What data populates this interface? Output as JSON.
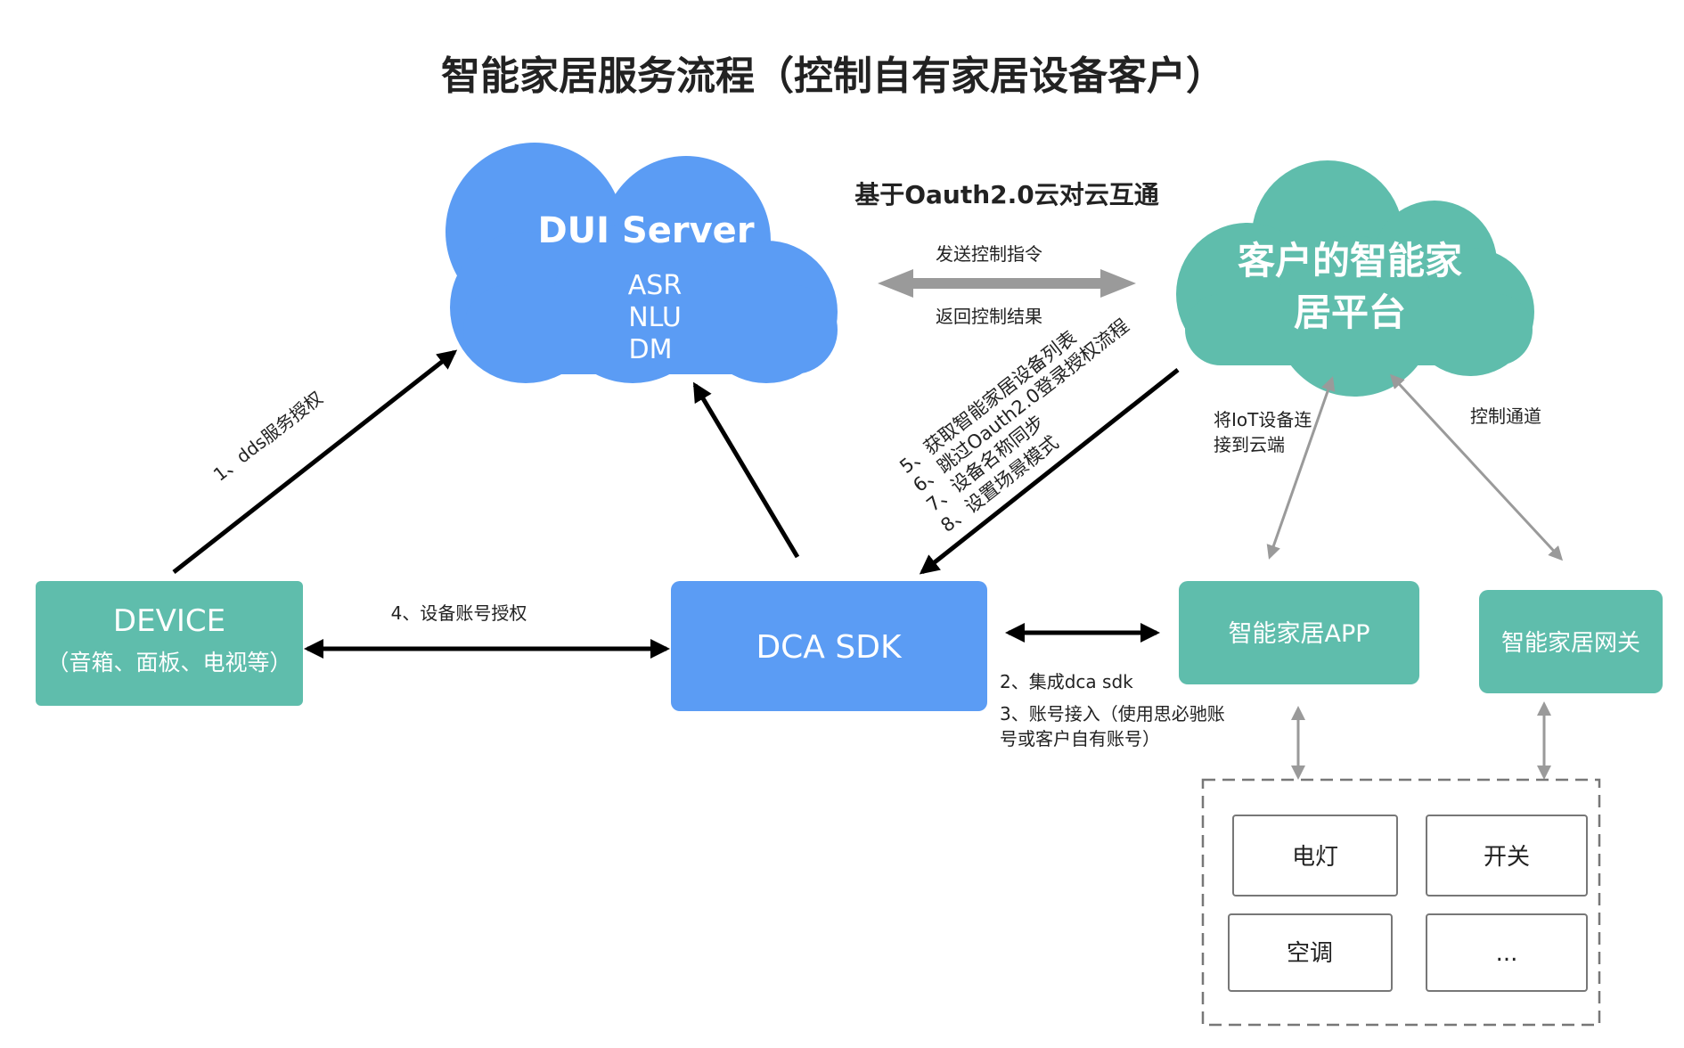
{
  "title": "智能家居服务流程（控制自有家居设备客户）",
  "colors": {
    "blue": "#5b9cf4",
    "teal": "#5fbdac",
    "black": "#000000",
    "gray": "#9a9a9a"
  },
  "dui_server": {
    "name": "DUI Server",
    "lines": [
      "ASR",
      "NLU",
      "DM"
    ]
  },
  "client_platform": {
    "lines": [
      "客户的智能家",
      "居平台"
    ]
  },
  "device": {
    "name": "DEVICE",
    "sub": "（音箱、面板、电视等）"
  },
  "dca_sdk": {
    "name": "DCA SDK"
  },
  "app": {
    "name": "智能家居APP"
  },
  "gateway": {
    "name": "智能家居网关"
  },
  "devices": {
    "light": "电灯",
    "switch": "开关",
    "ac": "空调",
    "more": "..."
  },
  "labels": {
    "oauth": "基于Oauth2.0云对云互通",
    "send_cmd": "发送控制指令",
    "return_result": "返回控制结果",
    "dds_auth": "1、dds服务授权",
    "account_auth": "4、设备账号授权",
    "integrate_sdk": "2、集成dca sdk",
    "account_access_1": "3、账号接入（使用思必驰账",
    "account_access_2": "号或客户自有账号）",
    "step5": "5、获取智能家居设备列表",
    "step6": "6、跳过Oauth2.0登录授权流程",
    "step7": "7、设备名称同步",
    "step8": "8、设置场景模式",
    "iot_connect_1": "将IoT设备连",
    "iot_connect_2": "接到云端",
    "control_channel": "控制通道"
  }
}
